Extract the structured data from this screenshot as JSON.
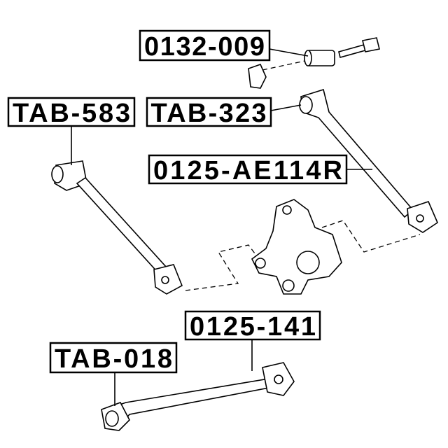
{
  "labels": {
    "bolt_kit": "0132-009",
    "tab_583": "TAB-583",
    "tab_323": "TAB-323",
    "arm_ae114r": "0125-AE114R",
    "arm_141": "0125-141",
    "tab_018": "TAB-018"
  }
}
